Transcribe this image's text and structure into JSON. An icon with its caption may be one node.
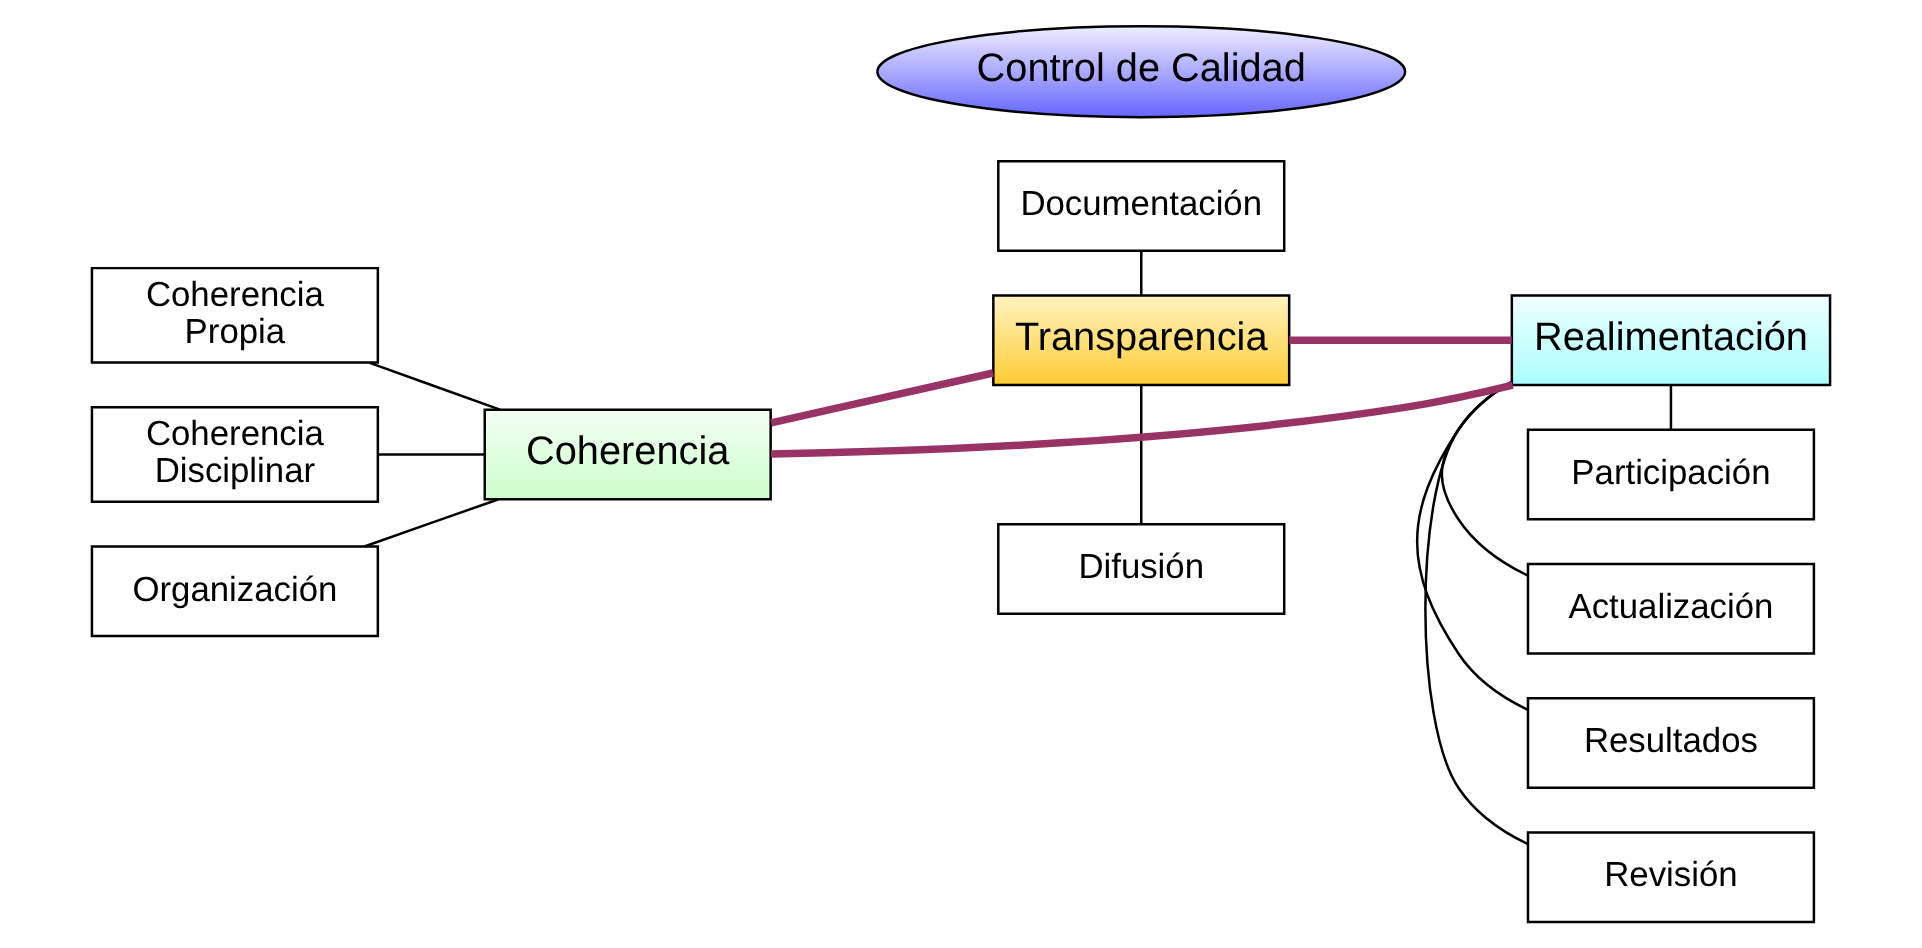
{
  "diagram": {
    "nodes": [
      {
        "text": [
          "Documentación"
        ]
      },
      {
        "text": [
          "Difusión"
        ]
      },
      {
        "text": [
          "Transparencia"
        ]
      },
      {
        "text": [
          "Coherencia Propia"
        ]
      },
      {
        "text": [
          "Coherencia Disciplinar"
        ]
      },
      {
        "text": [
          "Organización"
        ]
      },
      {
        "text": [
          "Control de Calidad"
        ]
      },
      {
        "text": [
          "Participación"
        ]
      },
      {
        "text": [
          "Actualización"
        ]
      },
      {
        "text": [
          "Resultados"
        ]
      },
      {
        "text": [
          "Revisión"
        ]
      },
      {
        "text": [
          "Coherencia"
        ]
      },
      {
        "text": [
          "Realimentación"
        ]
      }
    ],
    "edges": [
      {
        "from": 0,
        "to": 2,
        "arrow": "none"
      },
      {
        "from": 1,
        "to": 2,
        "arrow": "none"
      },
      {
        "from": 2,
        "to": 11,
        "arrow": "none",
        "style": "thick",
        "color": "#993366"
      },
      {
        "from": 2,
        "to": 12,
        "arrow": "none",
        "style": "thick",
        "color": "#993366"
      },
      {
        "from": 11,
        "to": 12,
        "arrow": "none",
        "style": "thick",
        "color": "#993366"
      },
      {
        "from": 3,
        "to": 11,
        "arrow": "none"
      },
      {
        "from": 4,
        "to": 11,
        "arrow": "none"
      },
      {
        "from": 5,
        "to": 11,
        "arrow": "none"
      },
      {
        "from": 7,
        "to": 12,
        "arrow": "none"
      },
      {
        "from": 8,
        "to": 12,
        "arrow": "none"
      },
      {
        "from": 9,
        "to": 12,
        "arrow": "none"
      },
      {
        "from": 10,
        "to": 12,
        "arrow": "none"
      }
    ]
  }
}
